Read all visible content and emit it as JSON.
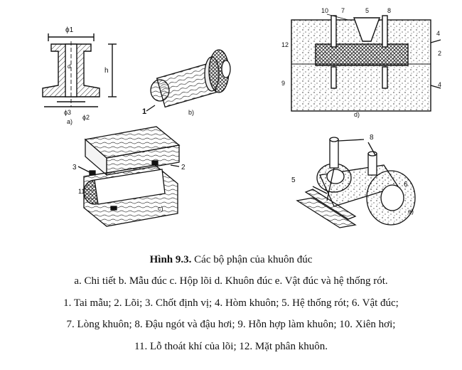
{
  "figure": {
    "labels": {
      "a": {
        "tag": "a)",
        "phi1": "ϕ1",
        "phi2": "ϕ2",
        "phi3": "ϕ3",
        "h": "h",
        "d": "d"
      },
      "b": {
        "tag": "b)",
        "part": "1"
      },
      "c": {
        "tag": "c)",
        "n3": "3",
        "n2": "2",
        "n11": "11"
      },
      "d": {
        "tag": "d)",
        "n10": "10",
        "n7": "7",
        "n5": "5",
        "n8": "8",
        "n4a": "4",
        "n12": "12",
        "n2": "2",
        "n9": "9",
        "n4b": "4"
      },
      "e": {
        "tag": "e)",
        "n8": "8",
        "n5": "5",
        "n6": "6"
      }
    }
  },
  "caption": {
    "title_bold": "Hình 9.3.",
    "title_rest": " Các bộ phận của khuôn đúc",
    "legend_line1": "a. Chi tiết  b. Mẫu đúc  c. Hộp lõi  d. Khuôn đúc  e. Vật đúc và hệ thống rót.",
    "legend_line2": "1. Tai mẫu; 2. Lõi; 3. Chốt định vị; 4. Hòm khuôn; 5. Hệ thống rót; 6. Vật đúc;",
    "legend_line3": "7. Lòng khuôn; 8. Đậu ngót và đậu hơi; 9. Hỗn hợp làm khuôn; 10. Xiên hơi;",
    "legend_line4": "11. Lỗ thoát khí của lõi; 12. Mặt phân khuôn."
  }
}
